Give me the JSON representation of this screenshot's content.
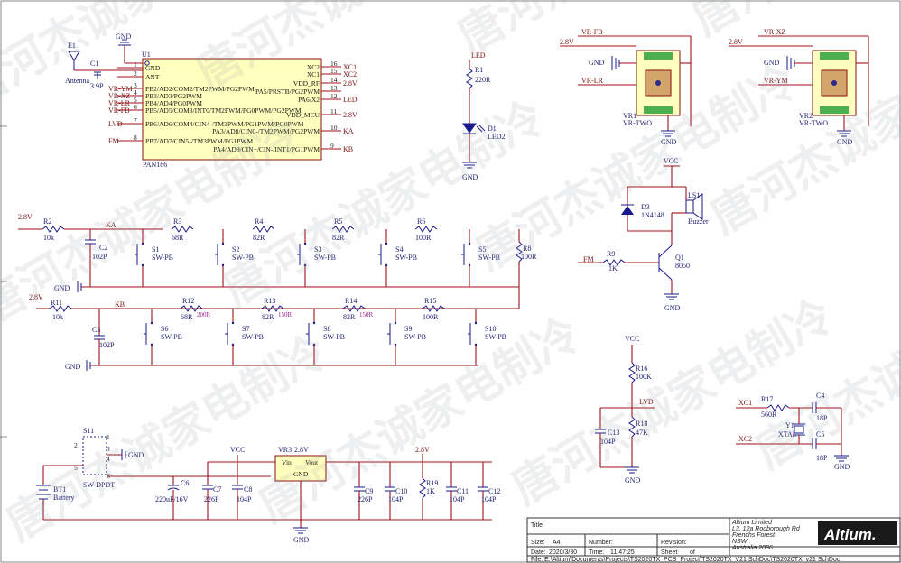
{
  "watermark": "唐河杰诚家电制冷",
  "colors": {
    "wire": "#a0101a",
    "component": "#1a1a8a",
    "ic_fill": "#ffffbe",
    "text": "#1a1a6e",
    "net": "#7a1010"
  },
  "u1": {
    "ref": "U1",
    "part": "PAN186",
    "left_pins": [
      {
        "num": "1",
        "name": "GND"
      },
      {
        "num": "2",
        "name": "ANT"
      },
      {
        "num": "3",
        "name": "PB2/AD2/COM2/TM2PWM/PG2PWM"
      },
      {
        "num": "4",
        "name": "PB3/AD3/PG2PWM"
      },
      {
        "num": "5",
        "name": "PB4/AD4/PG0PWM"
      },
      {
        "num": "6",
        "name": "PB5/AD5/COM3/INT0/TM2PWM/PG0PWM/PG2PWM"
      },
      {
        "num": "7",
        "name": "PB6/AD6/COM4/CIN4-/TM3PWM/PG1PWM/PG0PWM"
      },
      {
        "num": "8",
        "name": "PB7/AD7/CIN5-/TM3PWM/PG1PWM"
      }
    ],
    "right_pins": [
      {
        "num": "16",
        "name": "XC2"
      },
      {
        "num": "15",
        "name": "XC1"
      },
      {
        "num": "14",
        "name": "VDD_RF"
      },
      {
        "num": "13",
        "name": "PA5/PRSTB/PG2PWM"
      },
      {
        "num": "12",
        "name": "PA6/X2"
      },
      {
        "num": "11",
        "name": "VDD_MCU"
      },
      {
        "num": "10",
        "name": "PA3/AD8/CIN0-/TM2PWM/PG2PWM"
      },
      {
        "num": "9",
        "name": "PA4/AD9/CIN+/CIN-/INT1/PG1PWM"
      }
    ],
    "left_nets": [
      "",
      "",
      "VR-YM",
      "VR-XZ",
      "VR-LR",
      "VR-FB",
      "LVD",
      "FM"
    ],
    "right_nets": [
      "XC1",
      "XC2",
      "2.8V",
      "",
      "LED",
      "2.8V",
      "KA",
      "KB"
    ]
  },
  "antenna": {
    "ref": "E1",
    "name": "Antenna"
  },
  "c1": {
    "ref": "C1",
    "value": "3.9P"
  },
  "gnd": "GND",
  "vcc": "VCC",
  "v28": "2.8V",
  "led": {
    "net": "LED",
    "r_ref": "R1",
    "r_val": "220R",
    "d_ref": "D1",
    "d_val": "LED2"
  },
  "joystick1": {
    "nets": [
      "VR-FB",
      "VR-LR"
    ],
    "ref": "VR1",
    "part": "VR-TWO"
  },
  "joystick2": {
    "nets": [
      "VR-XZ",
      "VR-YM"
    ],
    "ref": "VR2",
    "part": "VR-TWO"
  },
  "buzzer": {
    "d_ref": "D3",
    "d_val": "1N4148",
    "ls_ref": "LS1",
    "ls_val": "Buzzer",
    "q_ref": "Q1",
    "q_val": "8050",
    "r_ref": "R9",
    "r_val": "1K",
    "net": "FM"
  },
  "row_ka": {
    "net": "KA",
    "r_in": {
      "ref": "R2",
      "val": "10k"
    },
    "c": {
      "ref": "C2",
      "val": "102P"
    },
    "resistors": [
      {
        "ref": "R3",
        "val": "68R"
      },
      {
        "ref": "R4",
        "val": "82R"
      },
      {
        "ref": "R5",
        "val": "82R"
      },
      {
        "ref": "R6",
        "val": "100R"
      }
    ],
    "switches": [
      {
        "ref": "S1",
        "val": "SW-PB"
      },
      {
        "ref": "S2",
        "val": "SW-PB"
      },
      {
        "ref": "S3",
        "val": "SW-PB"
      },
      {
        "ref": "S4",
        "val": "SW-PB"
      },
      {
        "ref": "S5",
        "val": "SW-PB"
      }
    ],
    "r_end": {
      "ref": "R8",
      "val": "100R"
    }
  },
  "row_kb": {
    "net": "KB",
    "r_in": {
      "ref": "R11",
      "val": "10k"
    },
    "c": {
      "ref": "C3",
      "val": "102P"
    },
    "resistors": [
      {
        "ref": "R12",
        "val": "68R"
      },
      {
        "ref": "R13",
        "val": "82R"
      },
      {
        "ref": "R14",
        "val": "82R"
      },
      {
        "ref": "R15",
        "val": "100R"
      }
    ],
    "switches": [
      {
        "ref": "S6",
        "val": "SW-PB"
      },
      {
        "ref": "S7",
        "val": "SW-PB"
      },
      {
        "ref": "S8",
        "val": "SW-PB"
      },
      {
        "ref": "S9",
        "val": "SW-PB"
      },
      {
        "ref": "S10",
        "val": "SW-PB"
      }
    ],
    "notes": [
      "200R",
      "150R",
      "150R"
    ]
  },
  "lvd": {
    "r_top": {
      "ref": "R16",
      "val": "100K"
    },
    "r_bot": {
      "ref": "R18",
      "val": "47K"
    },
    "c": {
      "ref": "C13",
      "val": "104P"
    },
    "net": "LVD"
  },
  "crystal": {
    "r": {
      "ref": "R17",
      "val": "560R"
    },
    "y": {
      "ref": "Y1",
      "val": "XTAL"
    },
    "c4": {
      "ref": "C4",
      "val": "18P"
    },
    "c5": {
      "ref": "C5",
      "val": "18P"
    },
    "nets": [
      "XC1",
      "XC2"
    ]
  },
  "power": {
    "sw": {
      "ref": "S11",
      "val": "SW-DPDT",
      "pins": [
        "1",
        "2",
        "3",
        "4",
        "5",
        "6"
      ]
    },
    "bt": {
      "ref": "BT1",
      "val": "Battery"
    },
    "c6": {
      "ref": "C6",
      "val": "220uF/16V"
    },
    "c7": {
      "ref": "C7",
      "val": "226P"
    },
    "c8": {
      "ref": "C8",
      "val": "104P"
    },
    "vr3": {
      "ref": "VR3",
      "val": "2.8V",
      "vin": "Vin",
      "vout": "Vout",
      "gnd": "GND"
    },
    "c9": {
      "ref": "C9",
      "val": "226P"
    },
    "c10": {
      "ref": "C10",
      "val": "104P"
    },
    "r19": {
      "ref": "R19",
      "val": "1K"
    },
    "c11": {
      "ref": "C11",
      "val": "104P"
    },
    "c12": {
      "ref": "C12",
      "val": "104P"
    }
  },
  "title_block": {
    "title": "Title",
    "size_label": "Size:",
    "size": "A4",
    "number_label": "Number:",
    "revision_label": "Revision:",
    "date_label": "Date:",
    "date": "2020/3/30",
    "time_label": "Time:",
    "time": "11:47:25",
    "sheet_label": "Sheet",
    "of_label": "of",
    "file_text": "File:   E:\\Altium\\Documents\\Projects\\TS2020TX_PCB_Project\\TS2020TX_V21 SchDoc\\TS2020TX_v21 SchDoc",
    "company": [
      "Altium Limited",
      "L3, 12a Rodborough Rd",
      "Frenchs Forest",
      "NSW",
      "Australia 2086"
    ],
    "logo": "Altium."
  }
}
